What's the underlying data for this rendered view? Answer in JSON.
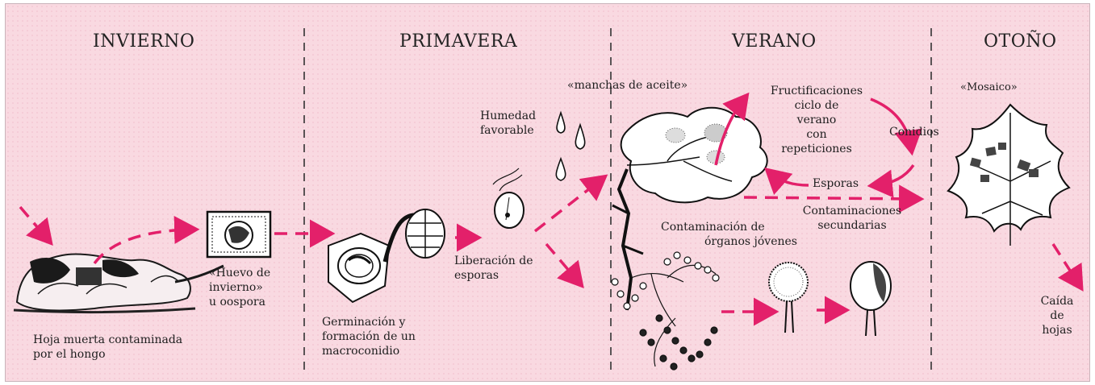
{
  "colors": {
    "background": "#f9d9e1",
    "arrow": "#e3206a",
    "ink": "#1a1a1a"
  },
  "seasons": {
    "winter": "INVIERNO",
    "spring": "PRIMAVERA",
    "summer": "VERANO",
    "autumn": "OTOÑO"
  },
  "labels": {
    "dead_leaf": [
      "Hoja muerta contaminada",
      "por el hongo"
    ],
    "oospore": [
      "«Huevo de",
      "invierno»",
      "u oospora"
    ],
    "germination": [
      "Germinación y",
      "formación de un",
      "macroconidio"
    ],
    "humidity": [
      "Humedad",
      "favorable"
    ],
    "spore_release": [
      "Liberación de",
      "esporas"
    ],
    "oil_spots": "«manchas de aceite»",
    "fructifications": [
      "Fructificaciones",
      "ciclo de",
      "verano",
      "con",
      "repeticiones"
    ],
    "conidia": "Conidios",
    "spores": "Esporas",
    "young_organs": [
      "Contaminación de",
      "órganos jóvenes"
    ],
    "secondary": [
      "Contaminaciones",
      "secundarias"
    ],
    "mosaic": "«Mosaico»",
    "leaf_fall": [
      "Caída",
      "de",
      "hojas"
    ]
  }
}
